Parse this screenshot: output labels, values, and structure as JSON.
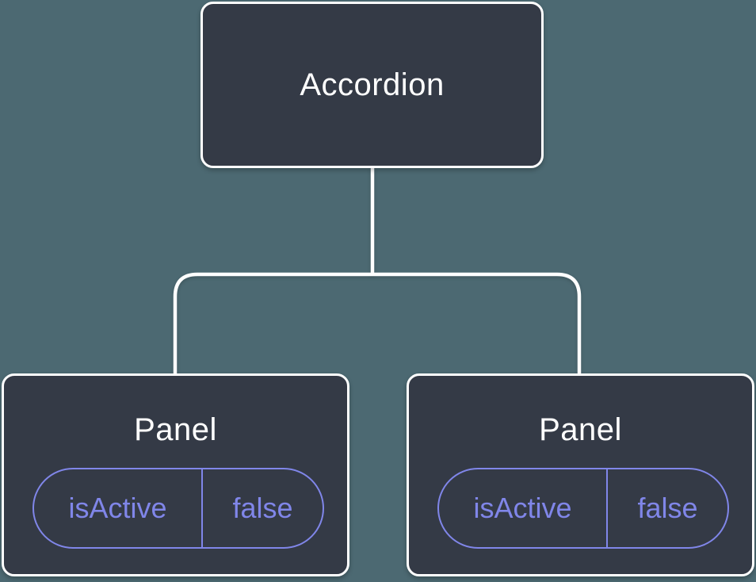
{
  "diagram": {
    "title": "component-state-tree",
    "root": {
      "label": "Accordion"
    },
    "children": [
      {
        "label": "Panel",
        "state": {
          "key": "isActive",
          "value": "false"
        }
      },
      {
        "label": "Panel",
        "state": {
          "key": "isActive",
          "value": "false"
        }
      }
    ],
    "colors": {
      "background": "#4c6972",
      "node_fill": "#343a46",
      "node_border": "#ffffff",
      "node_text": "#ffffff",
      "state_accent": "#8086e9",
      "connector": "#ffffff"
    }
  }
}
